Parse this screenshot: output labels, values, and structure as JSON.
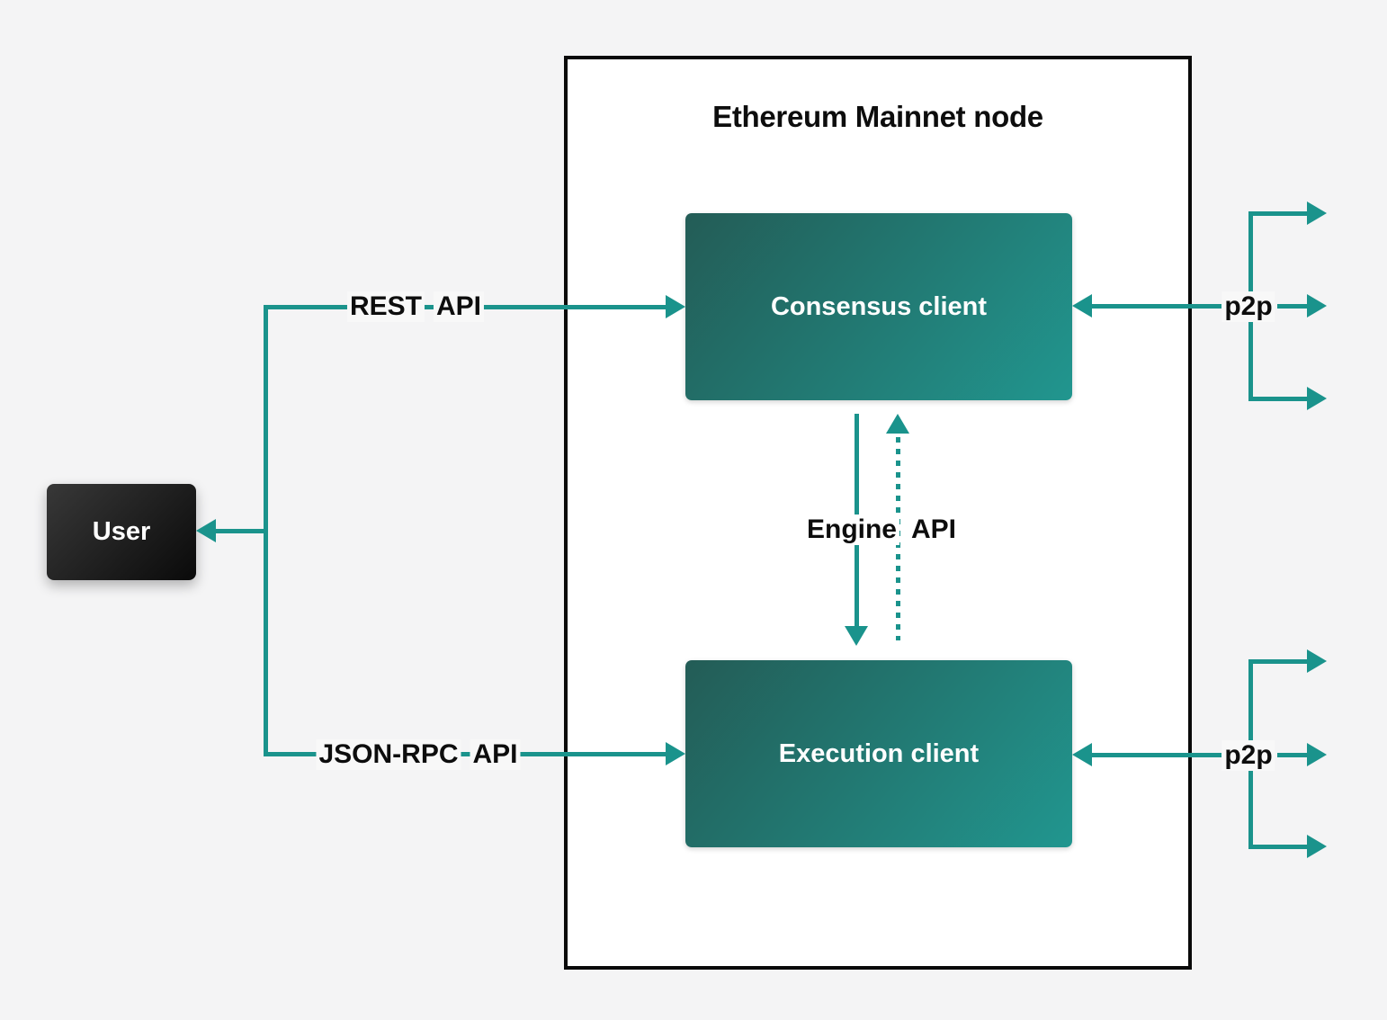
{
  "title": "Ethereum Mainnet node",
  "nodes": {
    "user": {
      "label": "User"
    },
    "consensus": {
      "label": "Consensus client"
    },
    "execution": {
      "label": "Execution client"
    }
  },
  "labels": {
    "rest_api": {
      "words": [
        "REST",
        "API"
      ]
    },
    "json_rpc_api": {
      "words": [
        "JSON-RPC",
        "API"
      ]
    },
    "engine_api": {
      "words": [
        "Engine",
        "API"
      ]
    },
    "p2p_top": {
      "label": "p2p"
    },
    "p2p_bottom": {
      "label": "p2p"
    }
  },
  "colors": {
    "background": "#f4f4f5",
    "node_background": "#ffffff",
    "node_border": "#0a0a0a",
    "connector_teal": "#1a938c",
    "client_gradient_start": "#235c56",
    "client_gradient_end": "#21968f",
    "user_gradient_start": "#383838",
    "user_gradient_end": "#0a0a0a",
    "client_text": "#ffffff",
    "label_text": "#0d0d0d"
  }
}
